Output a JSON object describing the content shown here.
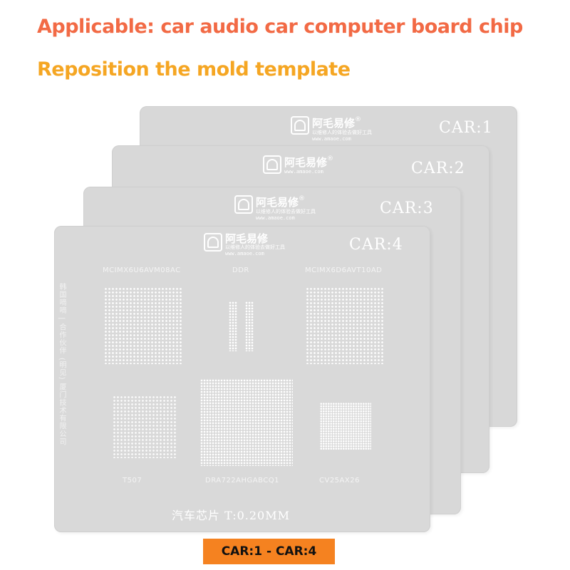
{
  "headline": "Applicable: car audio car computer board chip",
  "subheadline": "Reposition the mold template",
  "brand": {
    "name": "阿毛易修",
    "registered": "®",
    "url": "www.amaoe.com",
    "slogan": "以维修人的体验去做好工具"
  },
  "plates": [
    {
      "label": "CAR:1"
    },
    {
      "label": "CAR:2"
    },
    {
      "label": "CAR:3"
    },
    {
      "label": "CAR:4"
    }
  ],
  "front_plate": {
    "chips": [
      "MCIMX6U6AVM08AC",
      "DDR",
      "MCIMX6D6AVT10AD",
      "T507",
      "DRA722AHGABCQ1",
      "CV25AX26"
    ],
    "side_text": "韩国嘀嘀 | 合作伙伴 (明见) 厦门技术有限公司",
    "bottom_text": "汽车芯片 T:0.20MM"
  },
  "badge": "CAR:1 - CAR:4",
  "colors": {
    "headline": "#f26a45",
    "subheadline": "#f5a623",
    "plate": "#d8d8d8",
    "badge": "#f58220"
  }
}
